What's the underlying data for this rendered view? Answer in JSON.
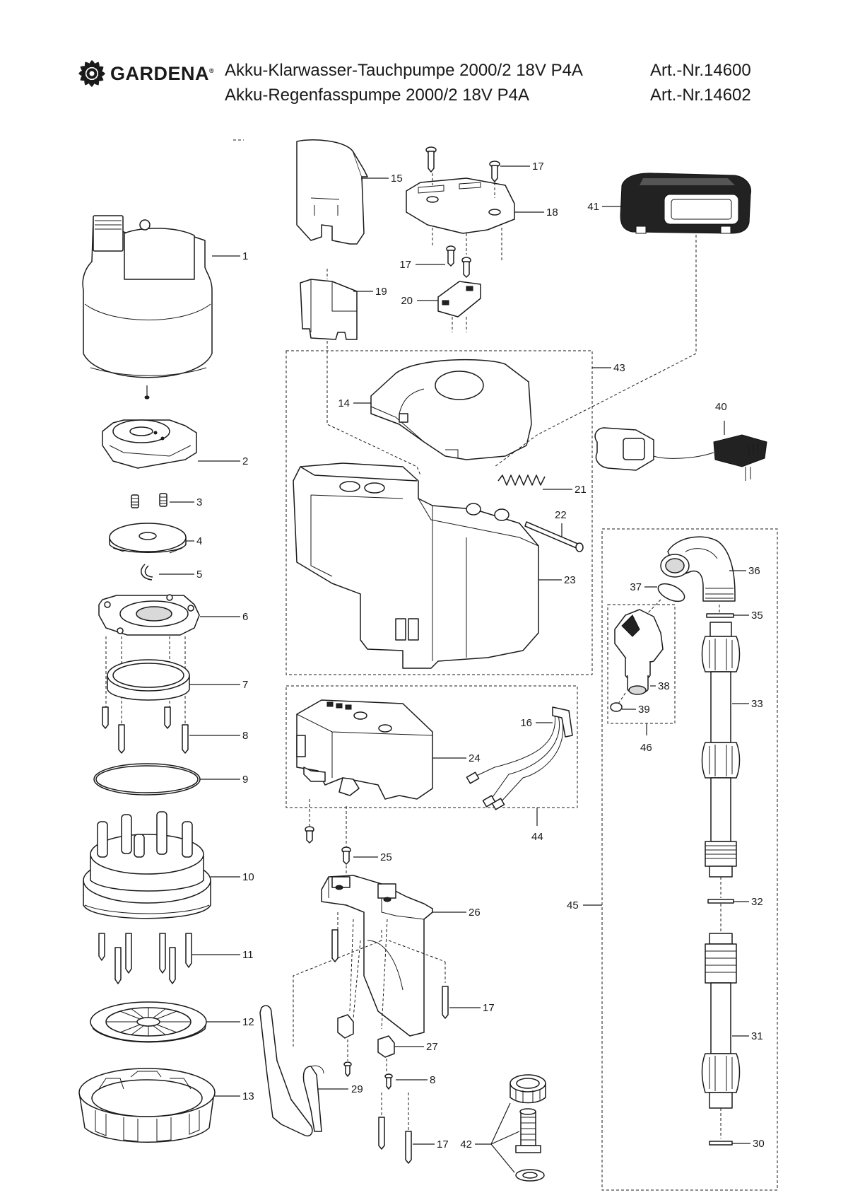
{
  "brand": {
    "name": "GARDENA",
    "reg": "®"
  },
  "header": {
    "line1_name": "Akku-Klarwasser-Tauchpumpe 2000/2 18V P4A",
    "line1_art": "Art.-Nr.14600",
    "line2_name": "Akku-Regenfasspumpe 2000/2 18V P4A",
    "line2_art": "Art.-Nr.14602"
  },
  "callouts": {
    "c1": "1",
    "c2": "2",
    "c3": "3",
    "c4": "4",
    "c5": "5",
    "c6": "6",
    "c7": "7",
    "c8": "8",
    "c8b": "8",
    "c9": "9",
    "c10": "10",
    "c11": "11",
    "c12": "12",
    "c13": "13",
    "c14": "14",
    "c15": "15",
    "c16": "16",
    "c17a": "17",
    "c17b": "17",
    "c17c": "17",
    "c17d": "17",
    "c18": "18",
    "c19": "19",
    "c20": "20",
    "c21": "21",
    "c22": "22",
    "c23": "23",
    "c24": "24",
    "c25": "25",
    "c26": "26",
    "c27": "27",
    "c29": "29",
    "c30": "30",
    "c31": "31",
    "c32": "32",
    "c33": "33",
    "c35": "35",
    "c36": "36",
    "c37": "37",
    "c38": "38",
    "c39": "39",
    "c40": "40",
    "c41": "41",
    "c42": "42",
    "c43": "43",
    "c44": "44",
    "c45": "45",
    "c46": "46"
  }
}
